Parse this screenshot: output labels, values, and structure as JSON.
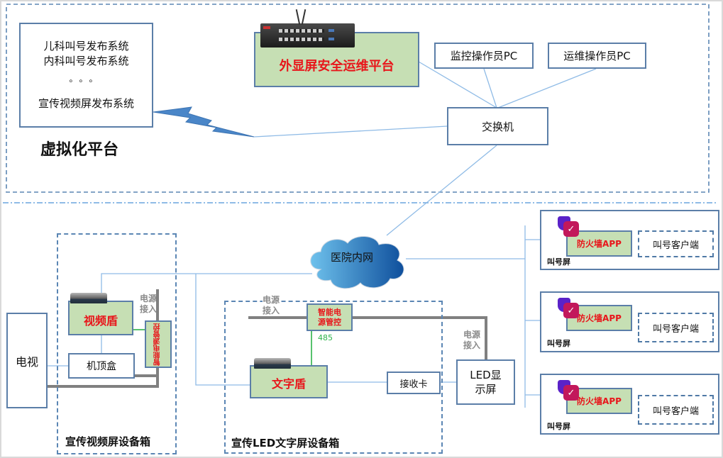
{
  "zones": {
    "virtualization": {
      "title": "虚拟化平台"
    },
    "video_cabinet": {
      "title": "宣传视频屏设备箱"
    },
    "led_cabinet": {
      "title": "宣传LED文字屏设备箱"
    }
  },
  "systems_box": {
    "lines": [
      "儿科叫号发布系统",
      "内科叫号发布系统",
      "。。。",
      "宣传视频屏发布系统"
    ]
  },
  "platform": {
    "label": "外显屏安全运维平台"
  },
  "monitor_pc": {
    "label": "监控操作员PC"
  },
  "ops_pc": {
    "label": "运维操作员PC"
  },
  "switch": {
    "label": "交换机"
  },
  "network_cloud": {
    "label": "医院内网"
  },
  "tv": {
    "label": "电视"
  },
  "video_shield": {
    "label": "视频盾"
  },
  "set_top_box": {
    "label": "机顶盒"
  },
  "video_power_ctrl": {
    "label": "智能电源管控"
  },
  "power_in_labels": [
    "电源接入",
    "电源接入",
    "电源接入"
  ],
  "led_power_ctrl": {
    "label": "智能电源管控",
    "link_label": "485"
  },
  "text_shield": {
    "label": "文字盾"
  },
  "receiver_card": {
    "label": "接收卡"
  },
  "led_screen": {
    "label": "LED显示屏"
  },
  "call_screens": [
    {
      "firewall": "防火墙APP",
      "client": "叫号客户端",
      "caption": "叫号屏"
    },
    {
      "firewall": "防火墙APP",
      "client": "叫号客户端",
      "caption": "叫号屏"
    },
    {
      "firewall": "防火墙APP",
      "client": "叫号客户端",
      "caption": "叫号屏"
    }
  ],
  "colors": {
    "accent_red": "#e8161b",
    "device_green": "#c6dfb4",
    "border_blue": "#5b7ea8",
    "link_blue": "#8fbbe6",
    "power_gray": "#808080",
    "rs485_green": "#2db34a"
  }
}
